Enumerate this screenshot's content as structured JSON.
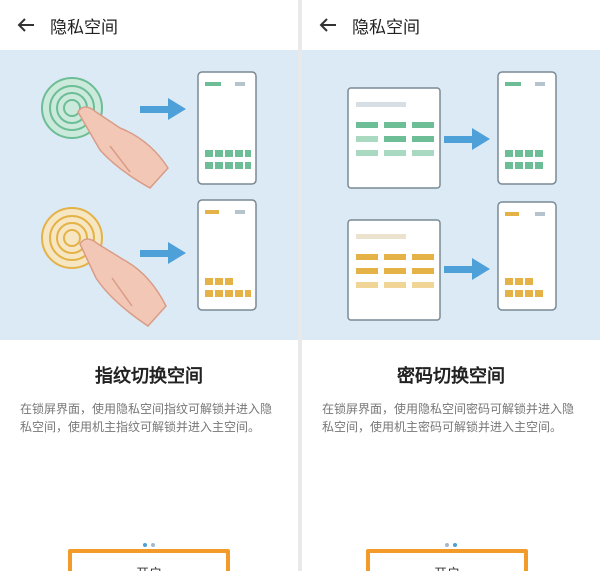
{
  "screens": [
    {
      "header_title": "隐私空间",
      "caption_title": "指纹切换空间",
      "description": "在锁屏界面，使用隐私空间指纹可解锁并进入隐私空间，使用机主指纹可解锁并进入主空间。",
      "button_label": "开启"
    },
    {
      "header_title": "隐私空间",
      "caption_title": "密码切换空间",
      "description": "在锁屏界面，使用隐私空间密码可解锁并进入隐私空间，使用机主密码可解锁并进入主空间。",
      "button_label": "开启"
    }
  ],
  "colors": {
    "illustration_bg": "#dbeaf5",
    "green_accent": "#6dbd96",
    "gold_accent": "#e4b247",
    "arrow_blue": "#4ea0d8",
    "highlight_orange": "#f29a2a"
  },
  "icons": [
    "back-arrow-icon",
    "fingerprint-icon",
    "hand-icon",
    "arrow-right-icon",
    "phone-screen-icon"
  ]
}
